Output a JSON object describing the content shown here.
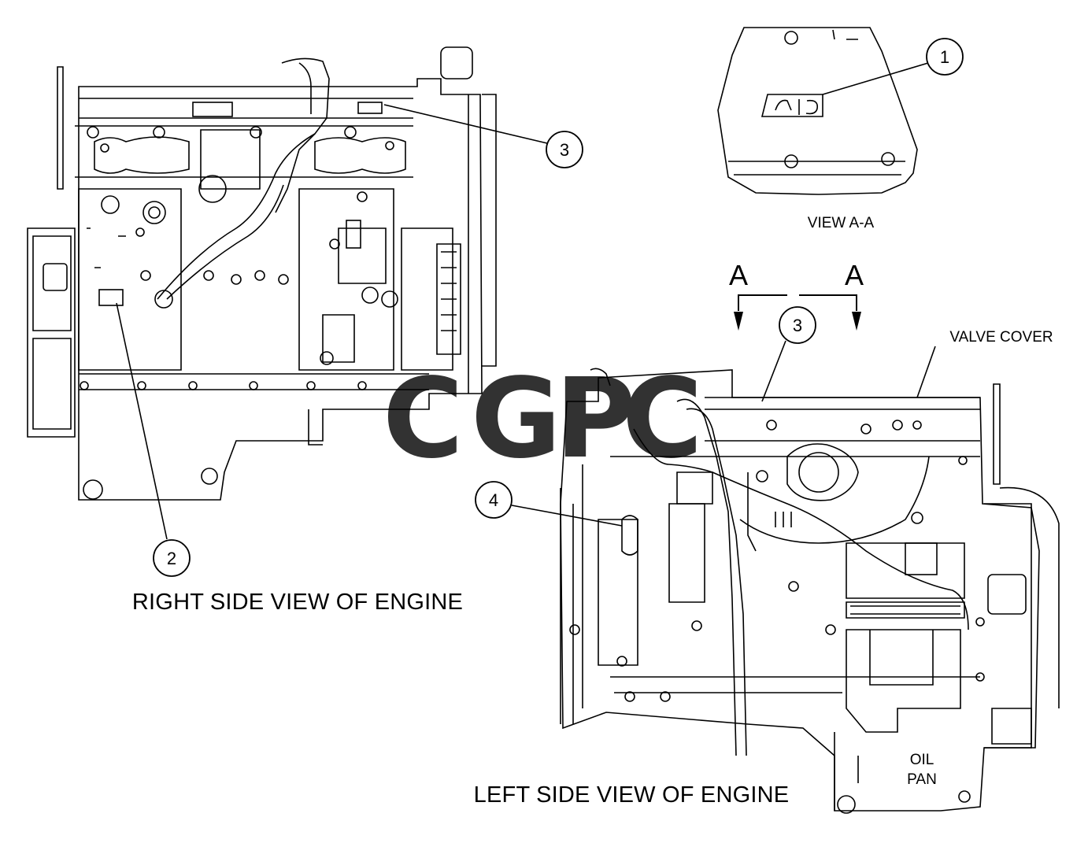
{
  "captions": {
    "right_view": "RIGHT SIDE VIEW OF ENGINE",
    "left_view": "LEFT SIDE VIEW OF ENGINE",
    "view_aa": "VIEW  A-A"
  },
  "labels": {
    "valve_cover": "VALVE COVER",
    "oil_pan_line1": "OIL",
    "oil_pan_line2": "PAN",
    "section_a_left": "A",
    "section_a_right": "A"
  },
  "callouts": [
    "1",
    "3",
    "2",
    "3",
    "4"
  ],
  "watermark": {
    "letters": [
      "C",
      "G",
      "P",
      "C"
    ],
    "colors": [
      "#4285F4",
      "#EA4335",
      "#FBBC05",
      "#34A853"
    ]
  },
  "colors": {
    "line": "#000000",
    "background": "#ffffff"
  }
}
